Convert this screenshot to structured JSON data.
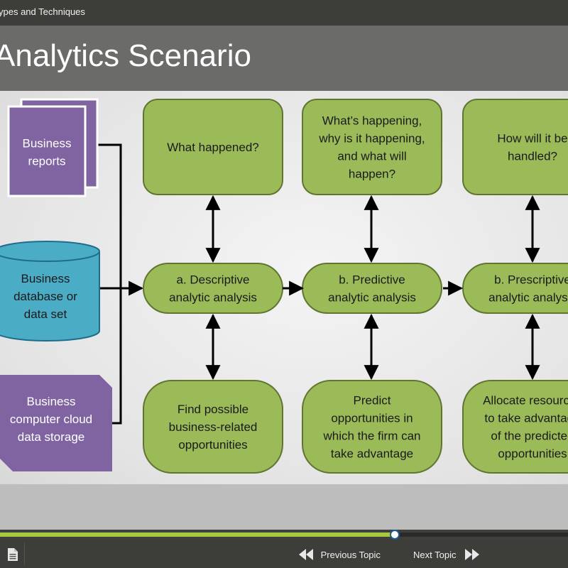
{
  "header": {
    "breadcrumb": "ypes and Techniques"
  },
  "slide": {
    "title": "Analytics Scenario",
    "sources": [
      {
        "lines": [
          "Business",
          "reports"
        ],
        "shape": "stacked-documents",
        "color": "#8064a2"
      },
      {
        "lines": [
          "Business",
          "database or",
          "data set"
        ],
        "shape": "cylinder",
        "color": "#4bacc6"
      },
      {
        "lines": [
          "Business",
          "computer cloud",
          "data storage"
        ],
        "shape": "cut-corner-box",
        "color": "#8064a2"
      }
    ],
    "columns": [
      {
        "question": [
          "What happened?"
        ],
        "analysis": [
          "a. Descriptive",
          "analytic analysis"
        ],
        "outcome": [
          "Find possible",
          "business-related",
          "opportunities"
        ]
      },
      {
        "question": [
          "What’s happening,",
          "why is it happening,",
          "and what will",
          "happen?"
        ],
        "analysis": [
          "b. Predictive",
          "analytic analysis"
        ],
        "outcome": [
          "Predict",
          "opportunities in",
          "which the firm can",
          "take advantage"
        ]
      },
      {
        "question": [
          "How will it be",
          "handled?"
        ],
        "analysis": [
          "b. Prescriptive",
          "analytic analysis"
        ],
        "outcome": [
          "Allocate resources",
          "to take advantage",
          "of the predicted",
          "opportunities"
        ]
      }
    ],
    "colors": {
      "node_fill": "#9bbb59",
      "node_stroke": "#5f7530",
      "connector": "#000000"
    }
  },
  "player": {
    "progress_fraction": 0.695,
    "progress_color": "#a7c93e",
    "menu_icon": "document-icon",
    "prev_label": "Previous Topic",
    "prev_icon": "rewind-icon",
    "next_label": "Next Topic",
    "next_icon": "fast-forward-icon"
  }
}
